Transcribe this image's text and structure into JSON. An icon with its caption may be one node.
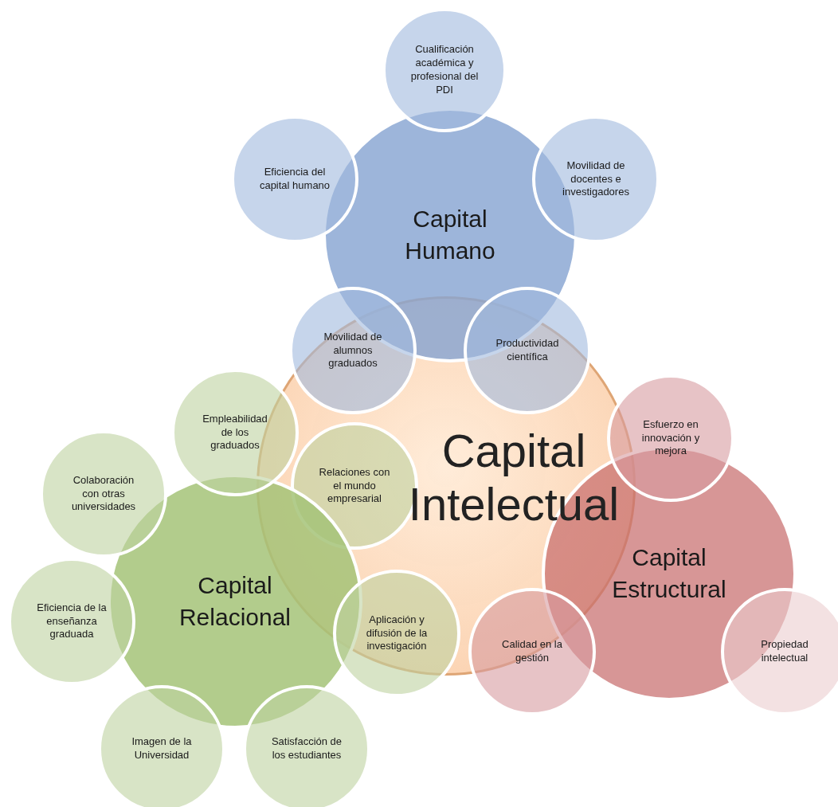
{
  "diagram": {
    "nodes": [
      {
        "text": [
          "Capital Intelectual"
        ]
      },
      {
        "text": [
          "Capital Humano"
        ]
      },
      {
        "text": [
          "Capital Relacional"
        ]
      },
      {
        "text": [
          "Capital Estructural"
        ]
      },
      {
        "text": [
          "Cualificación académica y profesional del PDI"
        ]
      },
      {
        "text": [
          "Eficiencia del capital humano"
        ]
      },
      {
        "text": [
          "Movilidad de docentes e investigadores"
        ]
      },
      {
        "text": [
          "Movilidad de alumnos graduados"
        ]
      },
      {
        "text": [
          "Productividad científica"
        ]
      },
      {
        "text": [
          "Empleabilidad de los graduados"
        ]
      },
      {
        "text": [
          "Colaboración con otras universidades"
        ]
      },
      {
        "text": [
          "Relaciones con el mundo empresarial"
        ],
        "in": 0
      },
      {
        "text": [
          "Esfuerzo en innovación y mejora"
        ]
      },
      {
        "text": [
          "Eficiencia de la enseñanza graduada"
        ]
      },
      {
        "text": [
          "Aplicación y difusión de la investigación"
        ]
      },
      {
        "text": [
          "Calidad en la gestión"
        ]
      },
      {
        "text": [
          "Propiedad intelectual"
        ]
      },
      {
        "text": [
          "Imagen de la Universidad"
        ]
      },
      {
        "text": [
          "Satisfacción de los estudiantes"
        ]
      }
    ]
  }
}
